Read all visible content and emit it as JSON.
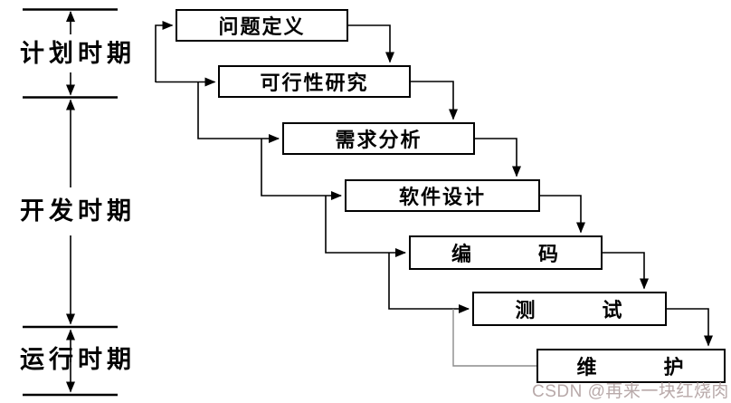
{
  "diagram": {
    "type": "waterfall-model-flowchart",
    "phases": [
      {
        "label": "计划时期",
        "step_range": [
          1,
          2
        ]
      },
      {
        "label": "开发时期",
        "step_range": [
          3,
          6
        ]
      },
      {
        "label": "运行时期",
        "step_range": [
          7,
          7
        ]
      }
    ],
    "steps": [
      {
        "label": "问题定义"
      },
      {
        "label": "可行性研究"
      },
      {
        "label": "需求分析"
      },
      {
        "label": "软件设计"
      },
      {
        "label": "编　　　码"
      },
      {
        "label": "测　　　试"
      },
      {
        "label": "维　　　护"
      }
    ],
    "flow_order": [
      "问题定义",
      "可行性研究",
      "需求分析",
      "软件设计",
      "编码",
      "测试",
      "维护"
    ],
    "watermark": "CSDN @再来一块红烧肉",
    "colors": {
      "background": "#ffffff",
      "line": "#000000",
      "box_border": "#000000",
      "box_fill": "#ffffff",
      "faded_line": "#8c8c8c",
      "watermark": "#b5a5a5"
    }
  }
}
